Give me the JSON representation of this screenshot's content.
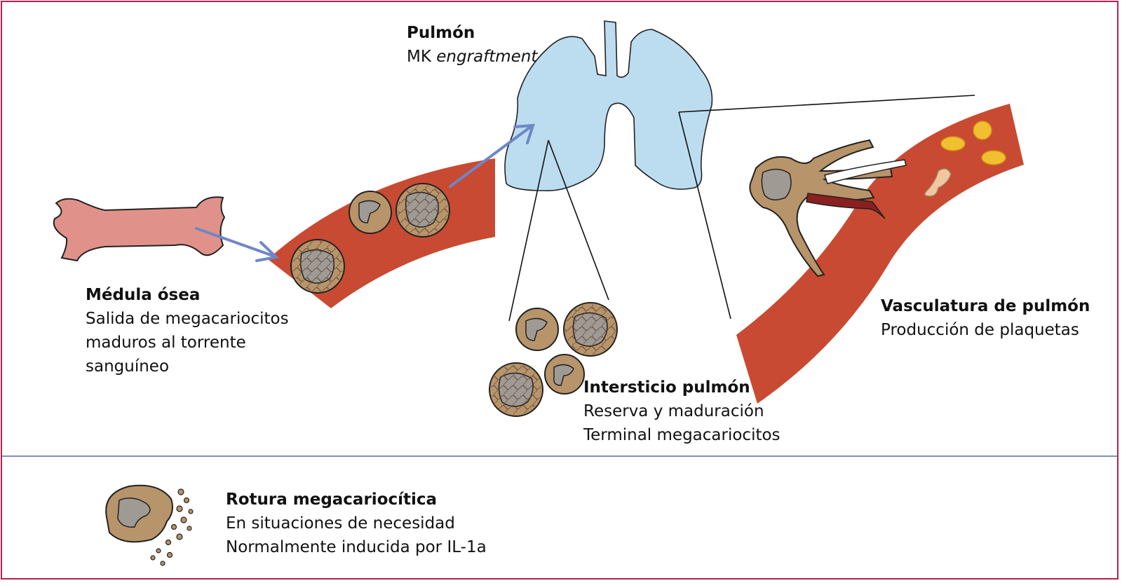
{
  "colors": {
    "frame": "#b81f4a",
    "divider": "#7a8fc4",
    "bone": "#e0928a",
    "vessel": "#c84a32",
    "lung": "#bcdcf0",
    "arrow": "#6f86c8",
    "cell": "#b8946a",
    "nucleus": "#a09a94",
    "platelet": "#f0c030"
  },
  "labels": {
    "lung": {
      "title": "Pulmón",
      "line1_prefix": "MK ",
      "line1_italic": "engraftment"
    },
    "marrow": {
      "title": "Médula ósea",
      "lines": [
        "Salida de megacariocitos",
        "maduros al torrente",
        "sanguíneo"
      ]
    },
    "interstitium": {
      "title": "Intersticio pulmón",
      "lines": [
        "Reserva y maduración",
        "Terminal megacariocitos"
      ]
    },
    "vasculature": {
      "title": "Vasculatura de pulmón",
      "lines": [
        "Producción de plaquetas"
      ]
    },
    "rupture": {
      "title": "Rotura megacariocítica",
      "lines": [
        "En situaciones de necesidad",
        "Normalmente inducida por IL-1a"
      ]
    }
  }
}
